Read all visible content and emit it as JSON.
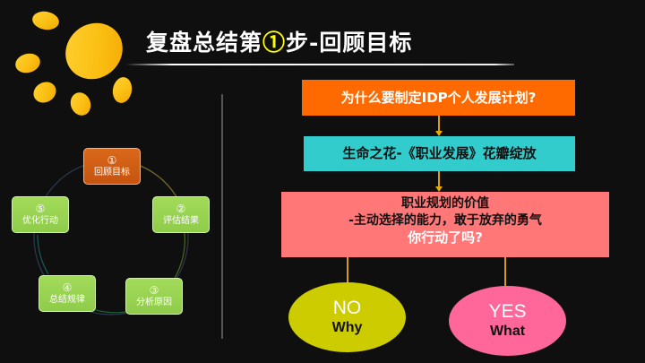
{
  "header": {
    "title_prefix": "复盘总结第",
    "title_step": "①",
    "title_suffix": "步-回顾目标"
  },
  "cycle": {
    "nodes": [
      {
        "number": "①",
        "label": "回顾目标",
        "color": "#c65410"
      },
      {
        "number": "②",
        "label": "评估结果",
        "color": "#8fcc4a"
      },
      {
        "number": "③",
        "label": "分析原因",
        "color": "#8fcc4a"
      },
      {
        "number": "④",
        "label": "总结规律",
        "color": "#8fcc4a"
      },
      {
        "number": "⑤",
        "label": "优化行动",
        "color": "#8fcc4a"
      }
    ]
  },
  "flow": {
    "box1": "为什么要制定IDP个人发展计划?",
    "box2": "生命之花-《职业发展》花瓣绽放",
    "box3": {
      "line1": "职业规划的价值",
      "line2": "-主动选择的能力，敢于放弃的勇气",
      "line3": "你行动了吗?"
    },
    "no": {
      "big": "NO",
      "small": "Why"
    },
    "yes": {
      "big": "YES",
      "small": "What"
    }
  },
  "colors": {
    "background": "#0f0f0f",
    "sun": "#fbbf14",
    "box1": "#ff6a00",
    "box2": "#33cccc",
    "box3": "#ff7777",
    "no": "#cccc00",
    "yes": "#ff6699",
    "connector": "#d4a012"
  }
}
